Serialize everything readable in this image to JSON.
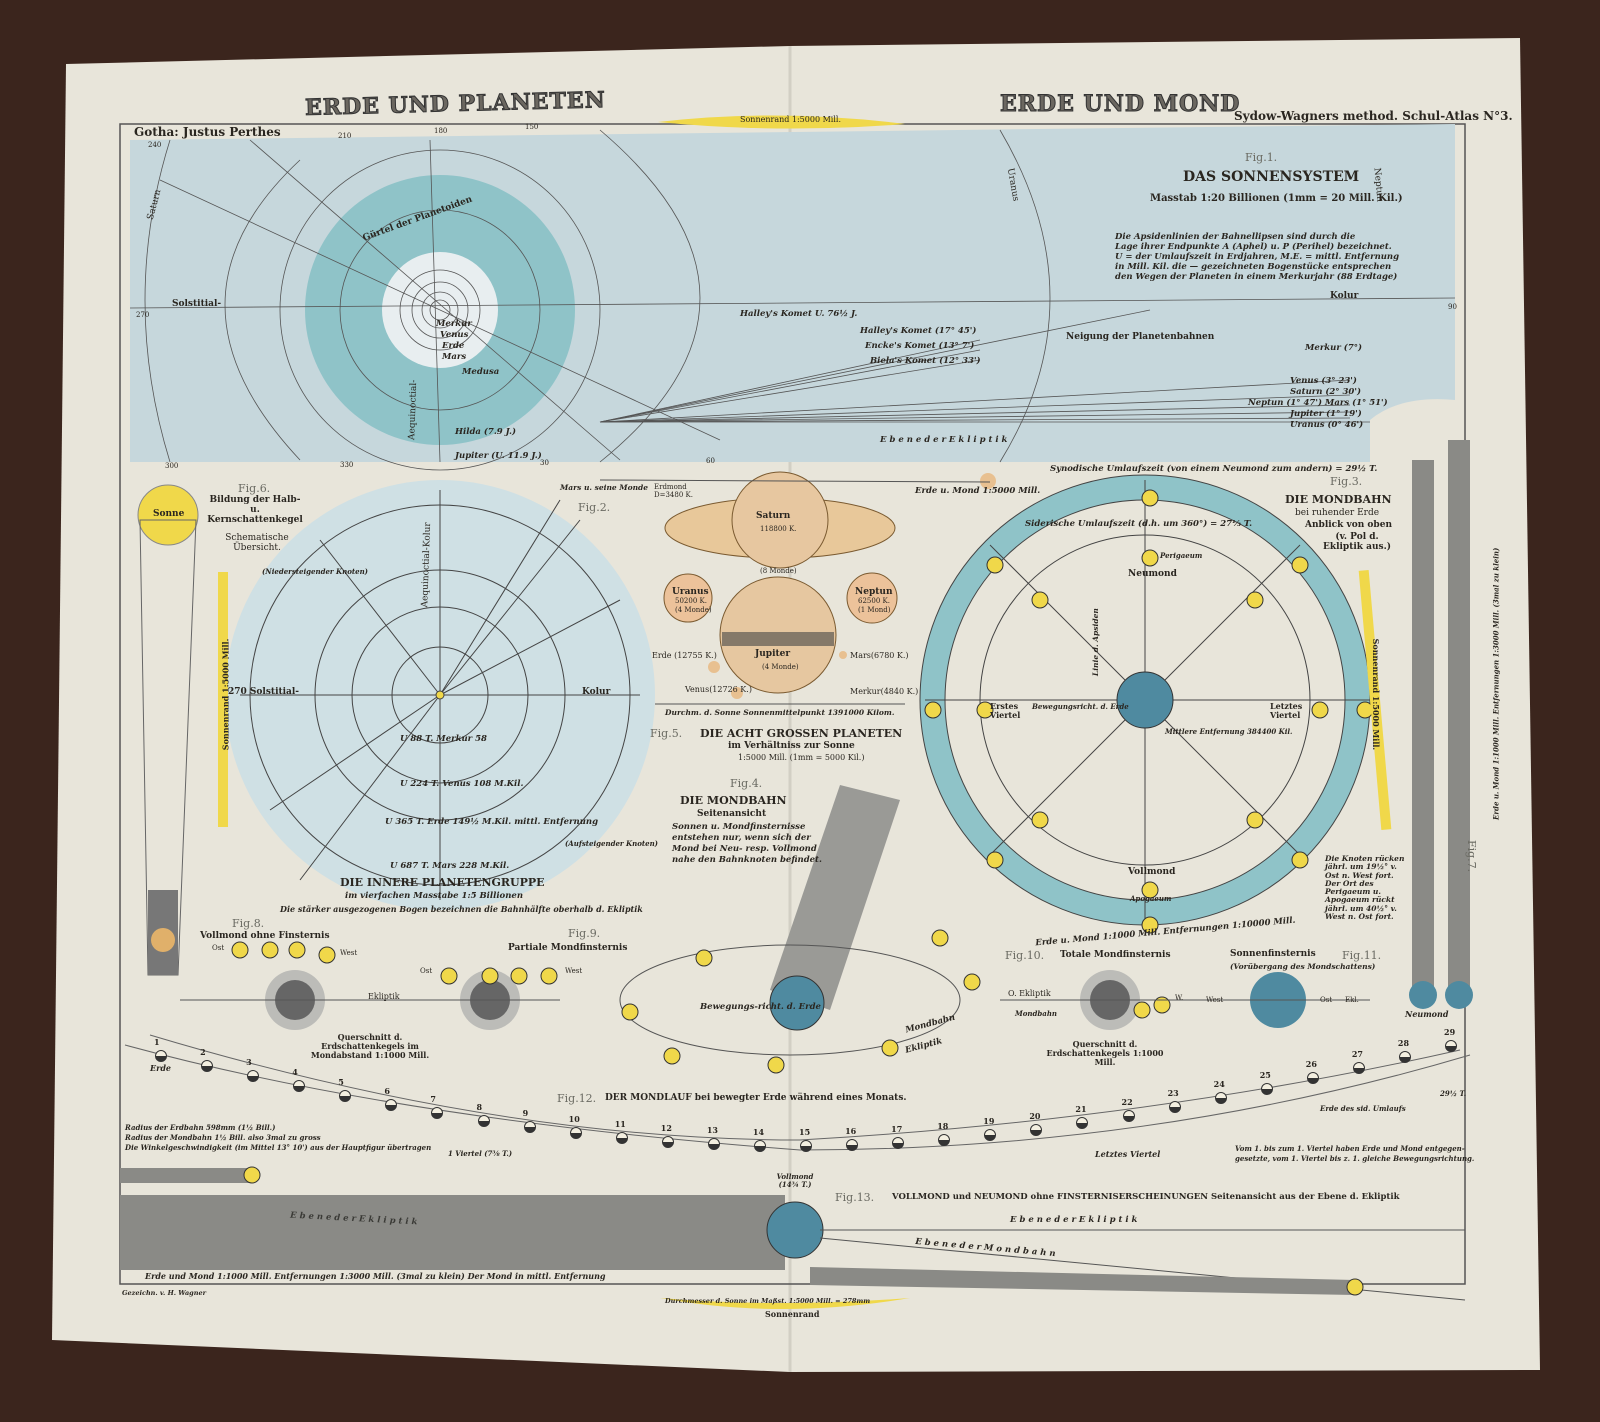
{
  "header": {
    "title_left": "ERDE UND PLANETEN",
    "title_right": "ERDE UND MOND",
    "publisher": "Gotha: Justus Perthes",
    "atlas": "Sydow-Wagners method. Schul-Atlas N°3.",
    "sonnenrand_top": "Sonnenrand 1:5000 Mill.",
    "sonnenrand_bottom": "Sonnenrand",
    "engraver": "Gezeichn. v. H. Wagner"
  },
  "fig1": {
    "label": "Fig.1.",
    "title": "DAS SONNENSYSTEM",
    "scale": "Masstab 1:20 Billionen (1mm = 20 Mill. Kil.)",
    "note": [
      "Die Apsidenlinien der Bahnellipsen sind durch die",
      "Lage ihrer Endpunkte A (Aphel) u. P (Perihel) bezeichnet.",
      "U = der Umlaufszeit in Erdjahren, M.E. = mittl. Entfernung",
      "in Mill. Kil. die — gezeichneten Bogenstücke entsprechen",
      "den Wegen der Planeten in einem Merkurjahr (88 Erdtage)"
    ],
    "labels": {
      "guertel": "Gürtel der Planetoiden",
      "solstitial": "Solstitial-",
      "kolur": "Kolur",
      "aequinoctial": "Aequinoctial-",
      "saturn": "Saturn",
      "uranus": "Uranus",
      "neptun": "Neptun",
      "halley1": "Halley's Komet U. 76½ J.",
      "halley2": "Halley's Komet (17° 45')",
      "encke": "Encke's Komet (13° 7')",
      "biela": "Biela's Komet (12° 33')",
      "neigung": "Neigung der Planetenbahnen",
      "merkur_incl": "Merkur (7°)",
      "incl_list": [
        "Venus (3° 23')",
        "Saturn (2° 30')",
        "Neptun (1° 47') Mars (1° 51')",
        "Jupiter (1° 19')",
        "Uranus (0° 46')"
      ],
      "ekliptik": "E b e n e   d e r   E k l i p t i k",
      "jupiter": "Jupiter (U. 11.9 J.)",
      "hilda": "Hilda (7.9 J.)",
      "medusa": "Medusa",
      "merkur": "Merkur",
      "venus": "Venus",
      "erde": "Erde",
      "mars": "Mars",
      "tick_numbers": [
        "240",
        "210",
        "180",
        "150",
        "270",
        "300",
        "330",
        "30",
        "60",
        "90"
      ]
    }
  },
  "fig2": {
    "label": "Fig.2.",
    "title": "DIE INNERE PLANETENGRUPPE",
    "scale": "im vierfachen Masstabe 1:5 Billionen",
    "note": "Die stärker ausgezogenen Bogen bezeichnen die Bahnhälfte oberhalb d. Ekliptik",
    "labels": {
      "merkur": "U 88 T. Merkur 58",
      "venus": "U 224 T. Venus 108 M.Kil.",
      "erde": "U 365 T. Erde 149½ M.Kil. mittl. Entfernung",
      "mars": "U 687 T. Mars 228 M.Kil.",
      "solstitial": "270 Solstitial-",
      "kolur": "Kolur",
      "aequinoctial": "Aequinoctial-Kolur",
      "niedersteigend": "(Niedersteigender Knoten)",
      "aufsteigend": "(Aufsteigender Knoten)"
    }
  },
  "fig5": {
    "label": "Fig.5.",
    "title": "DIE ACHT GROSSEN PLANETEN",
    "sub1": "im Verhältniss zur Sonne",
    "sub2": "1:5000 Mill. (1mm = 5000 Kil.)",
    "planets": [
      {
        "name": "Saturn",
        "size": "118800 K.",
        "moons": "(8 Monde)"
      },
      {
        "name": "Uranus",
        "size": "50200 K.",
        "moons": "(4 Monde)"
      },
      {
        "name": "Neptun",
        "size": "62500 K.",
        "moons": "(1 Mond)"
      },
      {
        "name": "Jupiter",
        "size": "",
        "moons": "(4 Monde)"
      },
      {
        "name": "Erde",
        "size": "(12755 K.)",
        "moons": ""
      },
      {
        "name": "Mars",
        "size": "(6780 K.)",
        "moons": ""
      },
      {
        "name": "Venus",
        "size": "(12726 K.)",
        "moons": ""
      },
      {
        "name": "Merkur",
        "size": "(4840 K.)",
        "moons": ""
      }
    ],
    "mars_moons": "Mars u. seine Monde",
    "erdmond": "Erdmond D=3480 K.",
    "erde_mond": "Erde u. Mond 1:5000 Mill.",
    "axis": "Durchm. d. Sonne   Sonnenmittelpunkt   1391000 Kilom."
  },
  "fig6": {
    "label": "Fig.6.",
    "sonne": "Sonne",
    "title": "Bildung der Halb- u. Kernschattenkegel",
    "sub": "Schematische Übersicht."
  },
  "fig3": {
    "label": "Fig.3.",
    "title": "DIE MONDBAHN",
    "sub1": "bei ruhender Erde",
    "sub2": "Anblick von oben",
    "sub3": "(v. Pol d. Ekliptik aus.)",
    "synodisch": "Synodische Umlaufszeit (von einem Neumond zum andern) = 29½ T.",
    "siderisch": "Siderische Umlaufszeit (d.h. um 360°) = 27⅓ T.",
    "neumond": "Neumond",
    "vollmond": "Vollmond",
    "erstes": "Erstes Viertel",
    "letztes": "Letztes Viertel",
    "perigaeum": "Perigaeum",
    "apogaeum": "Apogaeum",
    "bewegung": "Bewegungsricht. d. Erde",
    "entfernung": "Mittlere Entfernung 384400 Kil.",
    "linie": "Linie d. Apsiden",
    "knoten": "Die Knoten rücken jährl. um 19½° v. Ost n. West fort. Der Ort des Perigaeum u. Apogaeum rückt jährl. um 40½° v. West n. Ost fort.",
    "scale": "Erde u. Mond 1:1000 Mill. Entfernungen 1:10000 Mill.",
    "sonnenrand": "Sonnenrand 1:5000 Mill."
  },
  "fig4": {
    "label": "Fig.4.",
    "title": "DIE MONDBAHN",
    "sub": "Seitenansicht",
    "note": [
      "Sonnen u. Mondfinsternisse",
      "entstehen nur, wenn sich der",
      "Mond bei Neu- resp. Vollmond",
      "nahe den Bahnknoten befindet."
    ],
    "bewegung": "Bewegungs-richt. d. Erde",
    "mondbahn": "Mondbahn",
    "ekliptik": "Ekliptik"
  },
  "fig7": {
    "label": "Fig.7.",
    "text": "Erde u. Mond 1:1000 Mill. Entfernungen 1:3000 Mill. (3mal zu klein)"
  },
  "fig8": {
    "label": "Fig.8.",
    "title": "Vollmond ohne Finsternis",
    "ost": "Ost",
    "west": "West",
    "ekliptik": "Ekliptik"
  },
  "fig9": {
    "label": "Fig.9.",
    "title": "Partiale Mondfinsternis",
    "ost": "Ost",
    "west": "West",
    "caption": "Querschnitt d. Erdschattenkegels im Mondabstand 1:1000 Mill."
  },
  "fig10": {
    "label": "Fig.10.",
    "title": "Totale Mondfinsternis",
    "ekliptik": "O. Ekliptik",
    "mondbahn": "Mondbahn",
    "w": "W.",
    "caption": "Querschnitt d. Erdschattenkegels 1:1000 Mill."
  },
  "fig11": {
    "label": "Fig.11.",
    "title": "Sonnenfinsternis",
    "sub": "(Vorübergang des Mondschattens)",
    "west": "West",
    "ost": "Ost",
    "ekl": "Ekl."
  },
  "fig12": {
    "label": "Fig.12.",
    "title": "DER MONDLAUF bei bewegter Erde während eines Monats.",
    "days": [
      "1",
      "2",
      "3",
      "4",
      "5",
      "6",
      "7",
      "8",
      "9",
      "10",
      "11",
      "12",
      "13",
      "14",
      "15",
      "16",
      "17",
      "18",
      "19",
      "20",
      "21",
      "22",
      "23",
      "24",
      "25",
      "26",
      "27",
      "28",
      "29"
    ],
    "vollmond": "Vollmond (14¾ T.)",
    "letztes": "Letztes Viertel",
    "erstes": "1 Viertel (7⅜ T.)",
    "neumond": "Neumond",
    "erde": "Erde",
    "note_left": [
      "Radius der Erdbahn 598mm (1½ Bill.)",
      "Radius der Mondbahn 1½ Bill. also 3mal zu gross",
      "Die Winkelgeschwindigkeit (im Mittel 13° 10') aus der Hauptfigur übertragen"
    ],
    "note_right": [
      "Vom 1. bis zum 1. Viertel haben Erde und Mond entgegen-",
      "gesetzte, vom 1. Viertel bis z. 1. gleiche Bewegungsrichtung."
    ],
    "sid": "Erde des sid. Umlaufs",
    "end": "29½ T."
  },
  "fig13": {
    "label": "Fig.13.",
    "title": "VOLLMOND und NEUMOND ohne FINSTERNISERSCHEINUNGEN   Seitenansicht aus der Ebene d. Ekliptik",
    "ekliptik_left": "E b e n e   d e r   E k l i p t i k",
    "ekliptik_right": "E b e n e   d e r   E k l i p t i k",
    "mondbahn": "E b e n e   d e r   M o n d b a h n",
    "caption": "Erde und Mond 1:1000 Mill. Entfernungen 1:3000 Mill. (3mal zu klein) Der Mond in mittl. Entfernung",
    "bottom": "Durchmesser d. Sonne im Maßst. 1:5000 Mill. = 278mm"
  },
  "colors": {
    "background": "#3b251d",
    "paper": "#e8e5da",
    "blue": "#c6d7dc",
    "teal": "#8fc3c8",
    "sun": "#f0d84a",
    "shadow": "#8a8a86"
  }
}
